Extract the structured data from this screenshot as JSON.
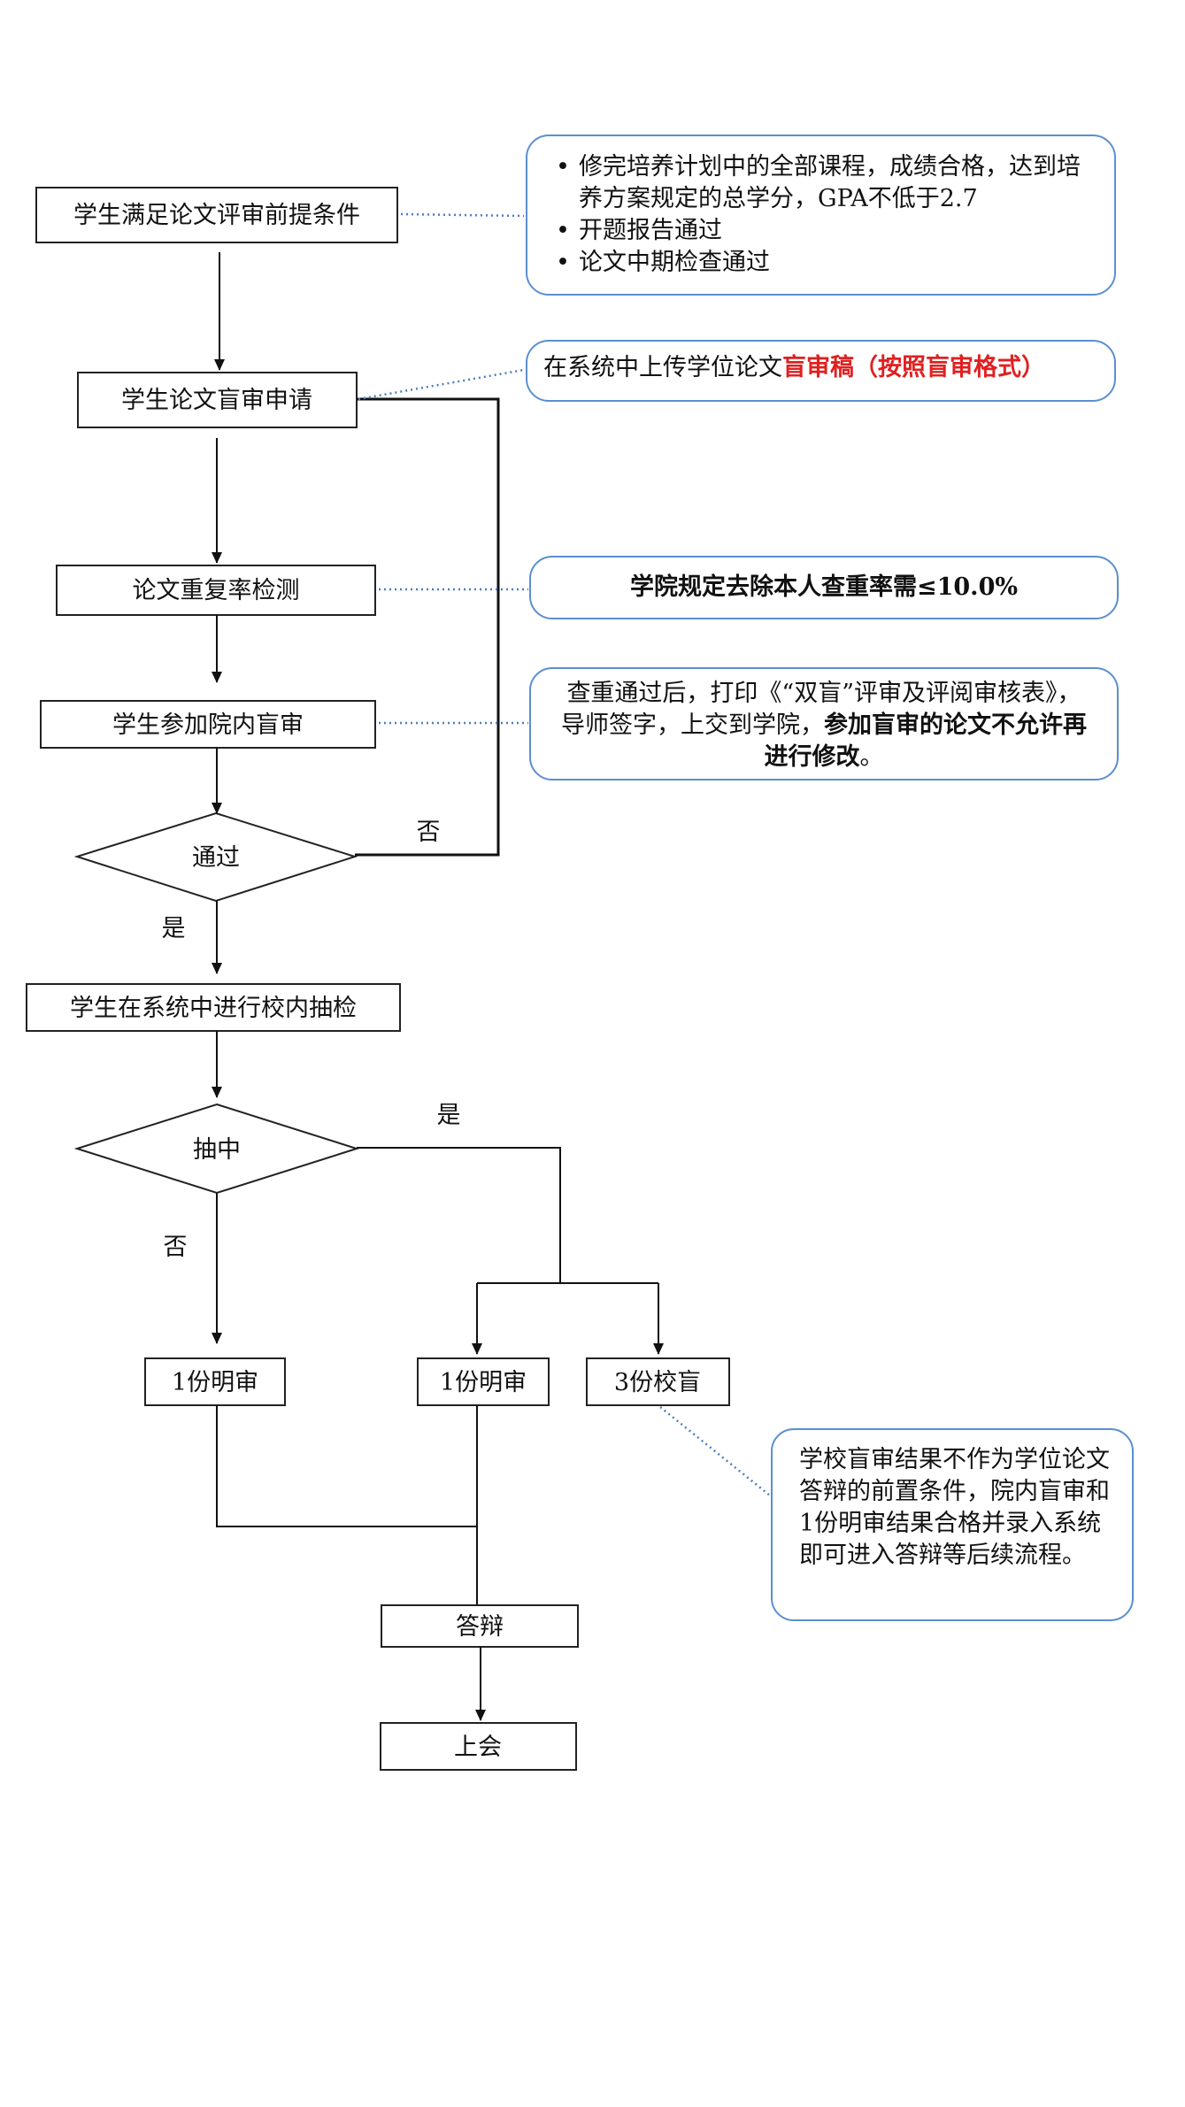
{
  "nodes": {
    "prerequisite": "学生满足论文评审前提条件",
    "blind_review_apply": "学生论文盲审申请",
    "plagiarism_check": "论文重复率检测",
    "college_review": "学生参加院内盲审",
    "pass_decision": "通过",
    "school_sampling": "学生在系统中进行校内抽检",
    "sampled_decision": "抽中",
    "open_review_a": "1份明审",
    "open_review_b": "1份明审",
    "school_blind": "3份校盲",
    "defense": "答辩",
    "meeting": "上会"
  },
  "labels": {
    "pass_no": "否",
    "pass_yes": "是",
    "sampled_yes": "是",
    "sampled_no": "否"
  },
  "notes": {
    "prerequisite_items": [
      "修完培养计划中的全部课程，成绩合格，达到培养方案规定的总学分，GPA不低于2.7",
      "开题报告通过",
      "论文中期检查通过"
    ],
    "upload_prefix": "在系统中上传学位论文",
    "upload_highlight": "盲审稿（按照盲审格式）",
    "similarity_rule": "学院规定去除本人查重率需≤10.0%",
    "print_prefix": "查重通过后，打印《“双盲”评审及评阅审核表》，导师签字，上交到学院，",
    "print_bold": "参加盲审的论文不允许再进行修改",
    "print_suffix": "。",
    "school_blind_note": "学校盲审结果不作为学位论文答辩的前置条件，院内盲审和1份明审结果合格并录入系统即可进入答辩等后续流程。"
  },
  "colors": {
    "note_border": "#5b8fd0",
    "dotted_connector": "#4a7fc1",
    "highlight_red": "#e02020"
  }
}
